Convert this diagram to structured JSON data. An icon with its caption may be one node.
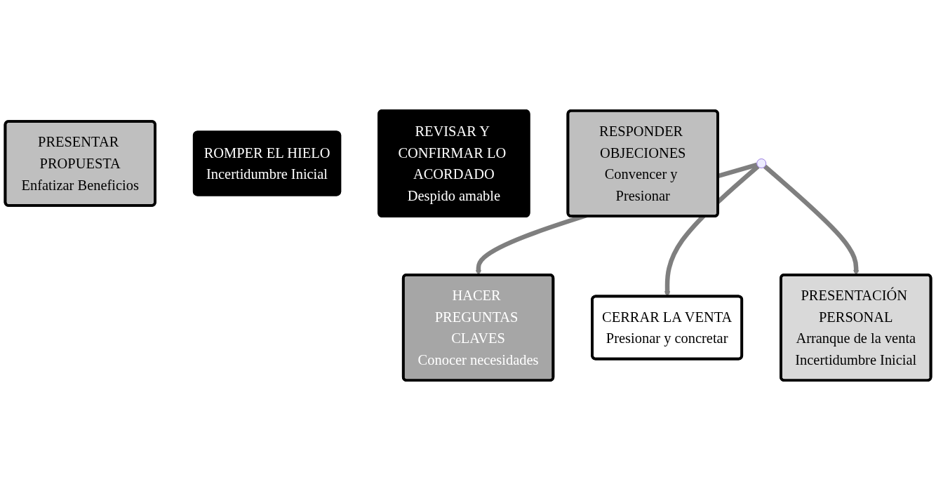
{
  "diagram": {
    "nodes": [
      {
        "text": [
          "HACER PREGUNTAS CLAVES",
          "Conocer necesidades"
        ]
      },
      {
        "text": [
          "PRESENTAR PROPUESTA",
          "Enfatizar Beneficios"
        ]
      },
      {
        "text": [
          "ROMPER EL HIELO",
          "Incertidumbre Inicial"
        ]
      },
      {
        "text": [
          "CERRAR LA VENTA",
          "Presionar y concretar"
        ]
      },
      {
        "text": [
          "REVISAR Y CONFIRMAR LO ACORDADO",
          "Despido amable"
        ]
      },
      {
        "text": [
          "PRESENTACIÓN PERSONAL",
          "Arranque de la venta",
          "Incertidumbre Inicial"
        ]
      },
      {
        "text": [
          "RESPONDER OBJECIONES",
          "Convencer y Presionar"
        ]
      }
    ],
    "edges": [
      {
        "from": null,
        "to": 0,
        "arrow": "to"
      },
      {
        "from": null,
        "to": 3,
        "arrow": "to"
      },
      {
        "from": null,
        "to": 5,
        "arrow": "to"
      }
    ]
  }
}
